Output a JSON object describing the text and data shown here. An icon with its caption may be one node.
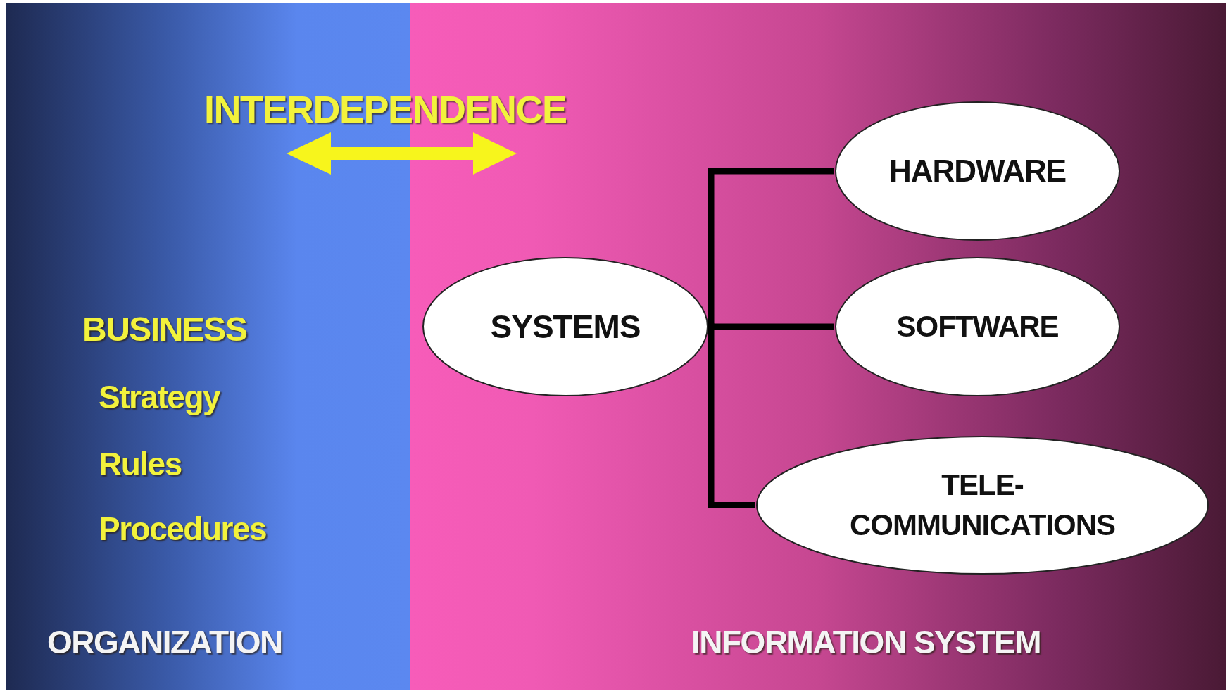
{
  "diagram": {
    "nodes": [
      {
        "text": [
          "BUSINESS",
          "Strategy",
          "Rules",
          "Procedures",
          "ORGANIZATION"
        ]
      },
      {
        "text": [
          "INFORMATION SYSTEM"
        ]
      },
      {
        "text": [
          "SYSTEMS"
        ],
        "in": 1
      },
      {
        "text": [
          "HARDWARE"
        ],
        "in": 1
      },
      {
        "text": [
          "SOFTWARE"
        ],
        "in": 1
      },
      {
        "text": [
          "TELE- COMMUNICATIONS"
        ],
        "in": 1
      }
    ],
    "edges": [
      {
        "from": 2,
        "to": 3,
        "arrow": "none"
      },
      {
        "from": 2,
        "to": 4,
        "arrow": "none"
      },
      {
        "from": 2,
        "to": 5,
        "arrow": "none"
      }
    ],
    "labels": [
      "INTERDEPENDENCE"
    ]
  }
}
